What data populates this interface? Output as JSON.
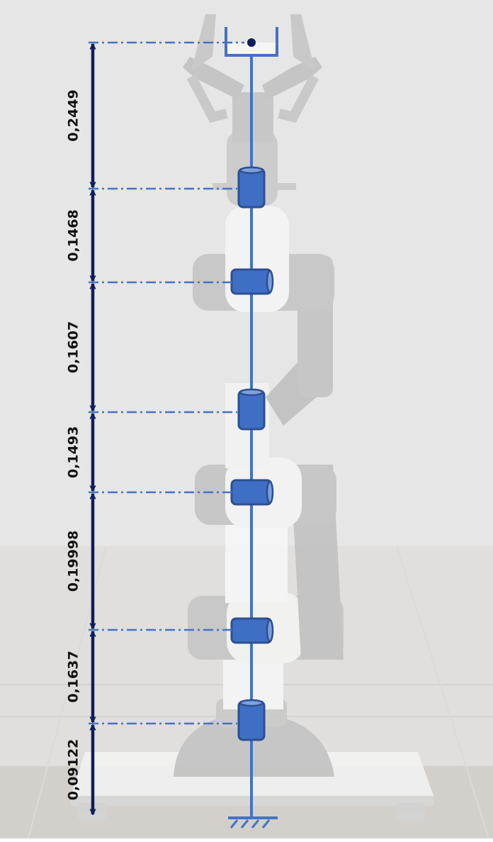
{
  "dimensions": [
    {
      "label": "0,2449"
    },
    {
      "label": "0,1468"
    },
    {
      "label": "0,1607"
    },
    {
      "label": "0,1493"
    },
    {
      "label": "0,19998"
    },
    {
      "label": "0,1637"
    },
    {
      "label": "0,09122"
    }
  ],
  "joints": [
    {
      "type": "vertical-axis"
    },
    {
      "type": "horizontal-axis"
    },
    {
      "type": "vertical-axis"
    },
    {
      "type": "horizontal-axis"
    },
    {
      "type": "horizontal-axis"
    },
    {
      "type": "vertical-axis"
    }
  ],
  "colors": {
    "chain": "#4472c4",
    "joint_fill": "#3f6fc4",
    "joint_stroke": "#2d4f90",
    "arrow": "#0d1f5c",
    "leader": "#4472c4",
    "text": "#111111",
    "robot": "#bdbdbd",
    "robot_light": "#f4f4f4",
    "wall": "#e8e8e8",
    "floor": "#d6d3cf"
  },
  "icons": [
    "end-effector-frame-icon",
    "ground-symbol-icon"
  ]
}
